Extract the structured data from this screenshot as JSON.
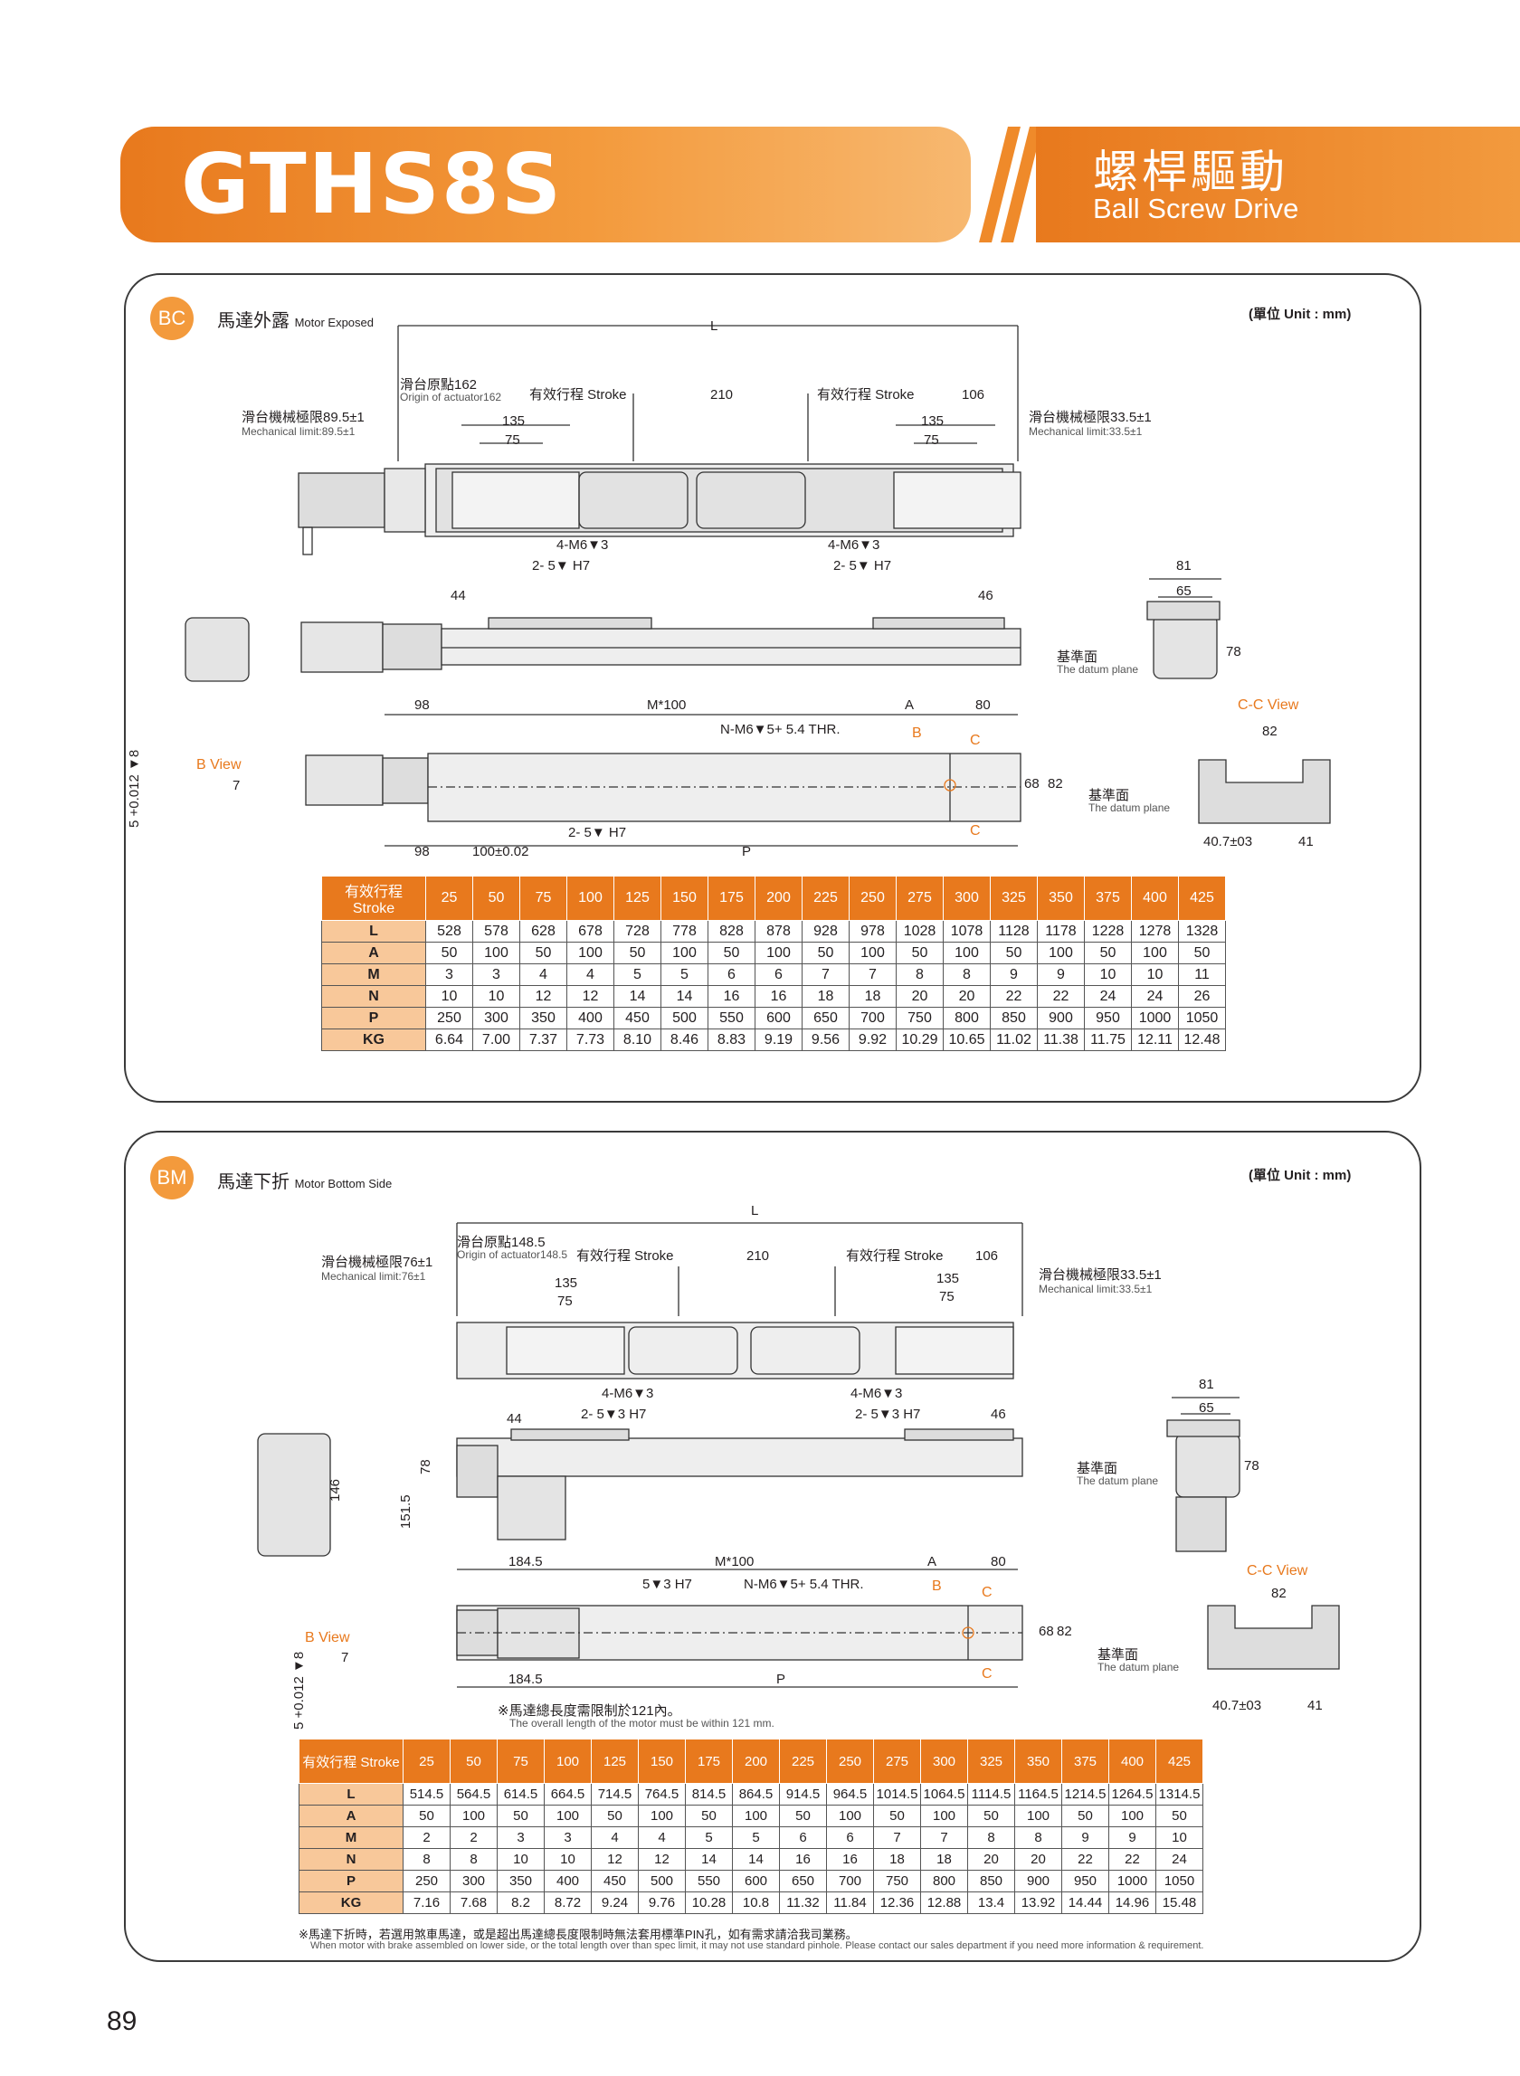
{
  "header": {
    "model": "GTHS8S",
    "title_zh": "螺桿驅動",
    "title_en": "Ball Screw Drive"
  },
  "panel_bc": {
    "badge": "BC",
    "title_zh": "馬達外露",
    "title_en": "Motor Exposed",
    "unit": "(單位 Unit : mm)",
    "labels": {
      "L": "L",
      "origin": "滑台原點162",
      "origin_en": "Origin of actuator162",
      "stroke1": "有效行程 Stroke",
      "d210": "210",
      "stroke2": "有效行程 Stroke",
      "d106": "106",
      "mech_left": "滑台機械極限89.5±1",
      "mech_left_en": "Mechanical limit:89.5±1",
      "mech_right": "滑台機械極限33.5±1",
      "mech_right_en": "Mechanical limit:33.5±1",
      "d135a": "135",
      "d75a": "75",
      "d135b": "135",
      "d75b": "75",
      "m6a": "4-M6▼3",
      "h7a": "2- 5▼ H7",
      "m6b": "4-M6▼3",
      "h7b": "2- 5▼ H7",
      "d44": "44",
      "d46": "46",
      "d81": "81",
      "d65": "65",
      "d78": "78",
      "datum1": "基準面",
      "datum1_en": "The datum plane",
      "d98a": "98",
      "m100": "M*100",
      "A": "A",
      "d80": "80",
      "nm6": "N-M6▼5+ 5.4 THR.",
      "B": "B",
      "C1": "C",
      "C2": "C",
      "bview": "B View",
      "d7": "7",
      "tol": "5 +0.012 ▼8",
      "h7c": "2- 5▼ H7",
      "d68": "68",
      "d82a": "82",
      "datum2": "基準面",
      "datum2_en": "The datum plane",
      "ccview": "C-C View",
      "d82b": "82",
      "d407": "40.7±03",
      "d41": "41",
      "d98b": "98",
      "d100": "100±0.02",
      "P": "P"
    },
    "table": {
      "header_label": "有效行程 Stroke",
      "strokes": [
        "25",
        "50",
        "75",
        "100",
        "125",
        "150",
        "175",
        "200",
        "225",
        "250",
        "275",
        "300",
        "325",
        "350",
        "375",
        "400",
        "425"
      ],
      "rows": [
        {
          "name": "L",
          "values": [
            "528",
            "578",
            "628",
            "678",
            "728",
            "778",
            "828",
            "878",
            "928",
            "978",
            "1028",
            "1078",
            "1128",
            "1178",
            "1228",
            "1278",
            "1328"
          ]
        },
        {
          "name": "A",
          "values": [
            "50",
            "100",
            "50",
            "100",
            "50",
            "100",
            "50",
            "100",
            "50",
            "100",
            "50",
            "100",
            "50",
            "100",
            "50",
            "100",
            "50"
          ]
        },
        {
          "name": "M",
          "values": [
            "3",
            "3",
            "4",
            "4",
            "5",
            "5",
            "6",
            "6",
            "7",
            "7",
            "8",
            "8",
            "9",
            "9",
            "10",
            "10",
            "11"
          ]
        },
        {
          "name": "N",
          "values": [
            "10",
            "10",
            "12",
            "12",
            "14",
            "14",
            "16",
            "16",
            "18",
            "18",
            "20",
            "20",
            "22",
            "22",
            "24",
            "24",
            "26"
          ]
        },
        {
          "name": "P",
          "values": [
            "250",
            "300",
            "350",
            "400",
            "450",
            "500",
            "550",
            "600",
            "650",
            "700",
            "750",
            "800",
            "850",
            "900",
            "950",
            "1000",
            "1050"
          ]
        },
        {
          "name": "KG",
          "values": [
            "6.64",
            "7.00",
            "7.37",
            "7.73",
            "8.10",
            "8.46",
            "8.83",
            "9.19",
            "9.56",
            "9.92",
            "10.29",
            "10.65",
            "11.02",
            "11.38",
            "11.75",
            "12.11",
            "12.48"
          ]
        }
      ]
    }
  },
  "panel_bm": {
    "badge": "BM",
    "title_zh": "馬達下折",
    "title_en": "Motor Bottom Side",
    "unit": "(單位 Unit : mm)",
    "labels": {
      "L": "L",
      "origin": "滑台原點148.5",
      "origin_en": "Origin of actuator148.5",
      "stroke1": "有效行程 Stroke",
      "d210": "210",
      "stroke2": "有效行程 Stroke",
      "d106": "106",
      "mech_left": "滑台機械極限76±1",
      "mech_left_en": "Mechanical limit:76±1",
      "mech_right": "滑台機械極限33.5±1",
      "mech_right_en": "Mechanical limit:33.5±1",
      "d135a": "135",
      "d75a": "75",
      "d135b": "135",
      "d75b": "75",
      "m6a": "4-M6▼3",
      "h7a": "2- 5▼3 H7",
      "m6b": "4-M6▼3",
      "h7b": "2- 5▼3 H7",
      "d44": "44",
      "d46": "46",
      "d146": "146",
      "d1515": "151.5",
      "d78a": "78",
      "d81": "81",
      "d65": "65",
      "d78b": "78",
      "datum1": "基準面",
      "datum1_en": "The datum plane",
      "d1845a": "184.5",
      "m100": "M*100",
      "A": "A",
      "d80": "80",
      "h7c": "5▼3 H7",
      "nm6": "N-M6▼5+ 5.4 THR.",
      "B": "B",
      "C1": "C",
      "C2": "C",
      "bview": "B View",
      "d7": "7",
      "tol": "5 +0.012 ▼8",
      "d68": "68",
      "d82a": "82",
      "datum2": "基準面",
      "datum2_en": "The datum plane",
      "ccview": "C-C View",
      "d82b": "82",
      "d407": "40.7±03",
      "d41": "41",
      "d1845b": "184.5",
      "P": "P",
      "motor_note": "※馬達總長度需限制於121內。",
      "motor_note_en": "The overall length of the motor must be within 121 mm."
    },
    "table": {
      "header_label": "有效行程 Stroke",
      "strokes": [
        "25",
        "50",
        "75",
        "100",
        "125",
        "150",
        "175",
        "200",
        "225",
        "250",
        "275",
        "300",
        "325",
        "350",
        "375",
        "400",
        "425"
      ],
      "rows": [
        {
          "name": "L",
          "values": [
            "514.5",
            "564.5",
            "614.5",
            "664.5",
            "714.5",
            "764.5",
            "814.5",
            "864.5",
            "914.5",
            "964.5",
            "1014.5",
            "1064.5",
            "1114.5",
            "1164.5",
            "1214.5",
            "1264.5",
            "1314.5"
          ]
        },
        {
          "name": "A",
          "values": [
            "50",
            "100",
            "50",
            "100",
            "50",
            "100",
            "50",
            "100",
            "50",
            "100",
            "50",
            "100",
            "50",
            "100",
            "50",
            "100",
            "50"
          ]
        },
        {
          "name": "M",
          "values": [
            "2",
            "2",
            "3",
            "3",
            "4",
            "4",
            "5",
            "5",
            "6",
            "6",
            "7",
            "7",
            "8",
            "8",
            "9",
            "9",
            "10"
          ]
        },
        {
          "name": "N",
          "values": [
            "8",
            "8",
            "10",
            "10",
            "12",
            "12",
            "14",
            "14",
            "16",
            "16",
            "18",
            "18",
            "20",
            "20",
            "22",
            "22",
            "24"
          ]
        },
        {
          "name": "P",
          "values": [
            "250",
            "300",
            "350",
            "400",
            "450",
            "500",
            "550",
            "600",
            "650",
            "700",
            "750",
            "800",
            "850",
            "900",
            "950",
            "1000",
            "1050"
          ]
        },
        {
          "name": "KG",
          "values": [
            "7.16",
            "7.68",
            "8.2",
            "8.72",
            "9.24",
            "9.76",
            "10.28",
            "10.8",
            "11.32",
            "11.84",
            "12.36",
            "12.88",
            "13.4",
            "13.92",
            "14.44",
            "14.96",
            "15.48"
          ]
        }
      ]
    },
    "footnote": "※馬達下折時，若選用煞車馬達，或是超出馬達總長度限制時無法套用標準PIN孔，如有需求請洽我司業務。",
    "footnote_en": "When motor with brake assembled on lower side, or the total length over than spec limit, it may not use standard pinhole. Please contact our sales department if you need more information & requirement."
  },
  "page_number": "89"
}
